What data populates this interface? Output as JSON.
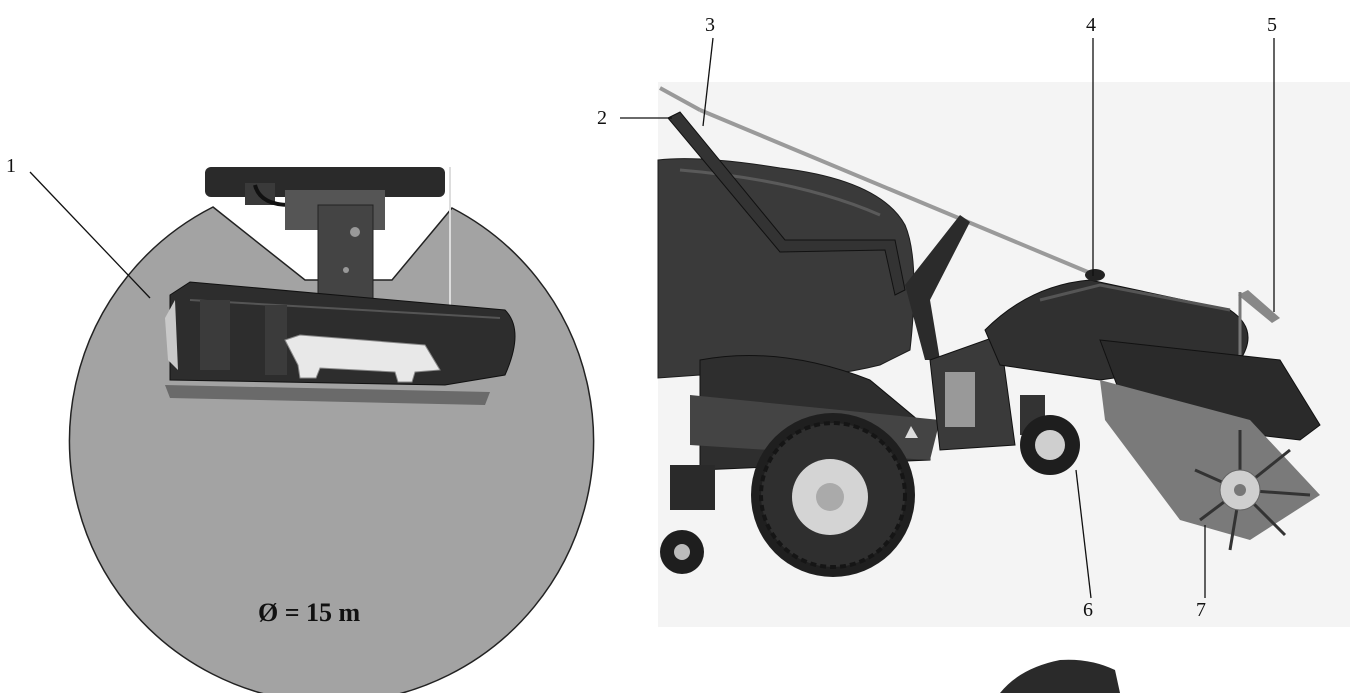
{
  "left_figure": {
    "callout": "1",
    "diameter_label": "Ø = 15 m"
  },
  "right_figure": {
    "callouts": [
      "2",
      "3",
      "4",
      "5",
      "6",
      "7"
    ]
  },
  "colors": {
    "danger_zone": "#a3a3a3",
    "outline": "#222222",
    "background": "#ffffff"
  }
}
